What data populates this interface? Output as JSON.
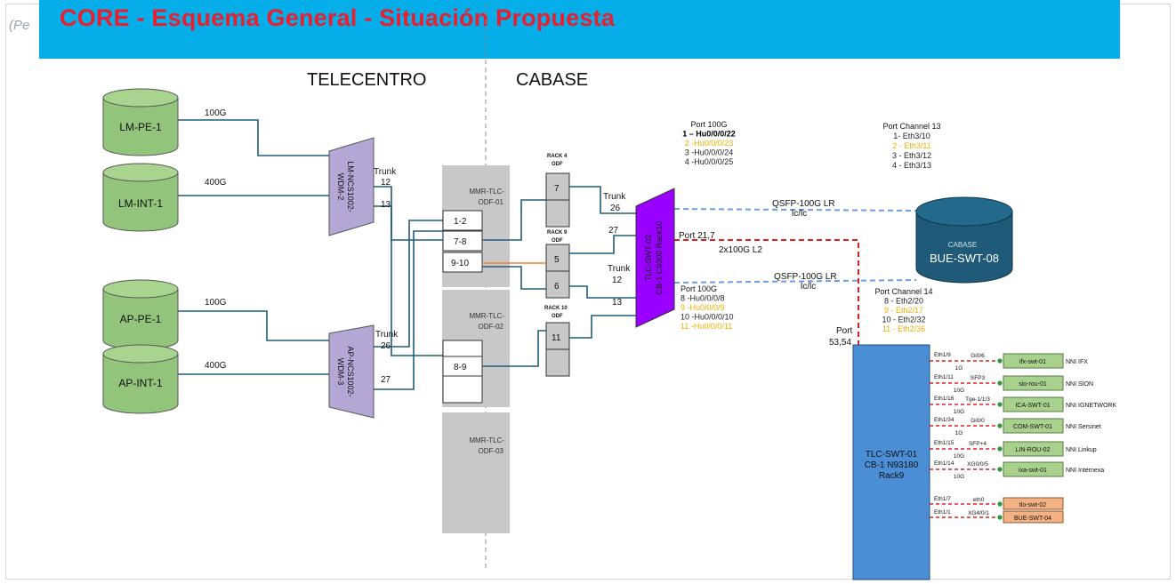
{
  "pe_label": "(Pe",
  "title": "CORE - Esquema General - Situación Propuesta",
  "sections": {
    "left": "TELECENTRO",
    "right": "CABASE"
  },
  "colors": {
    "banner": "#06aee9",
    "title": "#e81f2e",
    "cylinder": "#92c47b",
    "wdm": "#b4a7d6",
    "switch": "#9900ff",
    "blue_switch": "#4a8fd6",
    "cabase": "#1f5a78",
    "green_dev": "#a9d18e",
    "salmon_dev": "#f4b183",
    "link_teal": "#1f5b7a",
    "link_blue_dash": "#6d9ee6",
    "link_red_dash": "#e02020",
    "orange": "#f08030"
  },
  "cylinders": {
    "lm_pe": "LM-PE-1",
    "lm_int": "LM-INT-1",
    "ap_pe": "AP-PE-1",
    "ap_int": "AP-INT-1"
  },
  "wdm": {
    "top": "LM-NCS1002-\nWDM-2",
    "bottom": "AP-NCS1002-\nWDM-3"
  },
  "links": {
    "l100g_top": "100G",
    "l400g_top": "400G",
    "l100g_bot": "100G",
    "l400g_bot": "400G"
  },
  "trunks": {
    "t1_label": "Trunk",
    "t1_num": "12",
    "t2_num": "13",
    "t3_label": "Trunk",
    "t3_num": "26",
    "t4_num": "27",
    "r1_label": "Trunk",
    "r1_num": "26",
    "r2_num": "27",
    "r3_label": "Trunk",
    "r3_num": "12",
    "r4_num": "13"
  },
  "odf": {
    "odf01": "MMR-TLC-\nODF-01",
    "odf02": "MMR-TLC-\nODF-02",
    "odf03": "MMR-TLC-\nODF-03",
    "ports": [
      "1-2",
      "7-8",
      "9-10",
      "8-9"
    ]
  },
  "racks": {
    "rack4": "RACK 4\nODF",
    "rack9": "RACK 9\nODF",
    "rack10": "RACK 10\nODF",
    "ports": [
      "7",
      "5",
      "6",
      "11"
    ]
  },
  "tlc_swt_02": "TLC-SWT-02\nCB-1 C9300 Rack10",
  "port100g_top": {
    "header": "Port 100G",
    "lines": [
      {
        "text": "1 – Hu0/0/0/22",
        "color": "#000000",
        "bold": true
      },
      {
        "text": "2 -Hu0/0/0/23",
        "color": "#f0b000",
        "bold": false
      },
      {
        "text": "3 -Hu0/0/0/24",
        "color": "#222222",
        "bold": false
      },
      {
        "text": "4 -Hu0/0/0/25",
        "color": "#222222",
        "bold": false
      }
    ]
  },
  "port100g_bot": {
    "header": "Port 100G",
    "lines": [
      {
        "text": "8 -Hu0/0/0/8",
        "color": "#222222"
      },
      {
        "text": "9 -Hu0/0/0/9",
        "color": "#f0b000"
      },
      {
        "text": "10 -Hu0/0/0/10",
        "color": "#222222"
      },
      {
        "text": "11 -Hu0/0/0/11",
        "color": "#f0b000"
      }
    ]
  },
  "port_channel_13": {
    "header": "Port Channel 13",
    "lines": [
      {
        "text": "1- Eth3/10",
        "color": "#222222"
      },
      {
        "text": "2 - Eth3/11",
        "color": "#f0b000"
      },
      {
        "text": "3 - Eth3/12",
        "color": "#222222"
      },
      {
        "text": "4 - Eth3/13",
        "color": "#222222"
      }
    ]
  },
  "port_channel_14": {
    "header": "Port Channel 14",
    "lines": [
      {
        "text": "8 - Eth2/20",
        "color": "#222222"
      },
      {
        "text": "9 - Eth2/17",
        "color": "#f0b000"
      },
      {
        "text": "10 - Eth2/32",
        "color": "#222222"
      },
      {
        "text": "11 - Eth2/36",
        "color": "#f0b000"
      }
    ]
  },
  "qsfp_top": {
    "l1": "QSFP-100G LR",
    "l2": "lc/lc"
  },
  "qsfp_bot": {
    "l1": "QSFP-100G LR",
    "l2": "lc/lc"
  },
  "port_21_7": "Port 21,7",
  "l2_label": "2x100G L2",
  "cabase_db": {
    "l1": "CABASE",
    "l2": "BUE-SWT-08"
  },
  "port_53_54": {
    "l1": "Port",
    "l2": "53,54"
  },
  "tlc_swt_01": {
    "l1": "TLC-SWT-01",
    "l2": "CB-1 N93180",
    "l3": "Rack9"
  },
  "nni": [
    {
      "eth": "Eth1/9",
      "speed": "1G",
      "port": "Gi0/6",
      "device": "ifx-swt-01",
      "nni": "NNI IFX"
    },
    {
      "eth": "Eth1/11",
      "speed": "10G",
      "port": "SFP3",
      "device": "sio-rou-01",
      "nni": "NNI SION"
    },
    {
      "eth": "Eth1/16",
      "speed": "10G",
      "port": "Tge-1/1/3",
      "device": "ICA-SWT-01",
      "nni": "NNI IGNETWORK"
    },
    {
      "eth": "Eth1/34",
      "speed": "1G",
      "port": "Gi0/0",
      "device": "COM-SWT-01",
      "nni": "NNI Sersinet"
    },
    {
      "eth": "Eth1/15",
      "speed": "10G",
      "port": "SFP+4",
      "device": "LIN-ROU-02",
      "nni": "NNI Linkup"
    },
    {
      "eth": "Eth1/14",
      "speed": "10G",
      "port": "XG0/0/5",
      "device": "ixa-swt-01",
      "nni": "NNI Internexa"
    }
  ],
  "local": [
    {
      "eth": "Eth1/7",
      "port": "eth0",
      "device": "tlo-swt-02"
    },
    {
      "eth": "Eth1/1",
      "port": "XG4/0/1",
      "device": "BUE-SWT-04"
    }
  ]
}
